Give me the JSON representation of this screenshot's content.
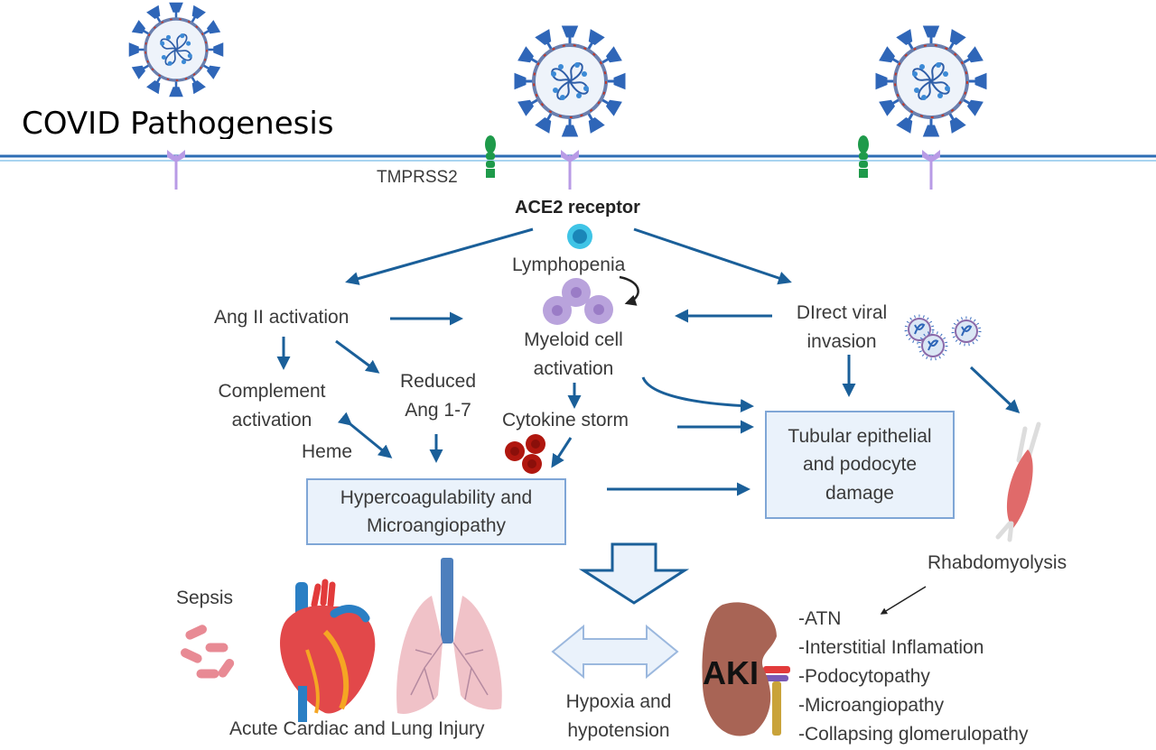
{
  "title": "COVID Pathogenesis",
  "membrane": {
    "tmprss2_label": "TMPRSS2",
    "ace2_label": "ACE2 receptor"
  },
  "nodes": {
    "lymphopenia": "Lymphopenia",
    "ang2": "Ang II activation",
    "myeloid_line1": "Myeloid cell",
    "myeloid_line2": "activation",
    "direct_line1": "DIrect viral",
    "direct_line2": "invasion",
    "complement_line1": "Complement",
    "complement_line2": "activation",
    "reduced_line1": "Reduced",
    "reduced_line2": "Ang 1-7",
    "cytokine": "Cytokine storm",
    "heme": "Heme",
    "hypercoag_line1": "Hypercoagulability and",
    "hypercoag_line2": "Microangiopathy",
    "tubular_line1": "Tubular epithelial",
    "tubular_line2": "and podocyte",
    "tubular_line3": "damage",
    "rhabdo": "Rhabdomyolysis",
    "sepsis": "Sepsis",
    "cardiac_lung": "Acute Cardiac and Lung Injury",
    "hypoxia_line1": "Hypoxia and",
    "hypoxia_line2": "hypotension",
    "aki": "AKI"
  },
  "aki_list": [
    "-ATN",
    "-Interstitial Inflamation",
    "-Podocytopathy",
    "-Microangiopathy",
    "-Collapsing glomerulopathy"
  ],
  "colors": {
    "arrow": "#1a5f99",
    "box_fill": "#eaf2fb",
    "box_border": "#7fa6d6",
    "membrane": "#2e6db4",
    "receptor": "#b89be6",
    "tmprss2": "#1e9a4a",
    "virus_spike": "#2f66b8",
    "myeloid": "#b9a3dc",
    "rbc": "#b0170f",
    "kidney": "#a86455",
    "muscle": "#e06a6a"
  }
}
